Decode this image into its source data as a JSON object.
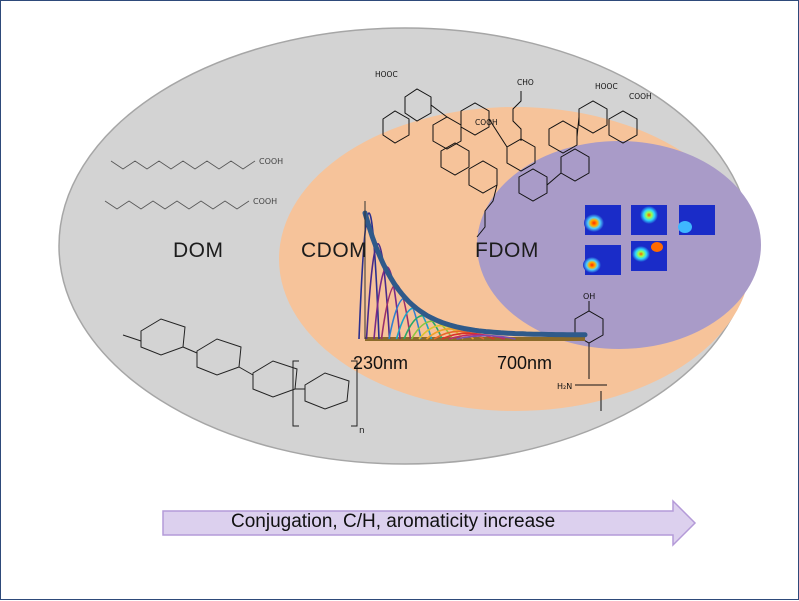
{
  "regions": {
    "dom": "DOM",
    "cdom": "CDOM",
    "fdom": "FDOM"
  },
  "spectrum": {
    "min_label": "230nm",
    "max_label": "700nm"
  },
  "arrow": {
    "text": "Conjugation, C/H, aromaticity increase"
  },
  "molecules": {
    "lipid_chain_1_end": "COOH",
    "lipid_chain_2_end": "COOH",
    "lignin_acid_1": "HOOC",
    "lignin_acid_2": "HOOC",
    "lignin_acid_3": "COOH",
    "lignin_acid_4": "COOH",
    "sugar_aldehyde": "CHO",
    "tyrosine_hydroxyl": "OH",
    "tyrosine_amine": "H₂N",
    "polysaccharide_repeat": "n"
  },
  "colors": {
    "dom": "#d3d3d3",
    "cdom": "#f6c39a",
    "fdom": "#a99bc8",
    "arrow_fill": "#dcd0ee",
    "arrow_stroke": "#b49ad8",
    "spectrum_envelope": "#2f5a8a"
  }
}
